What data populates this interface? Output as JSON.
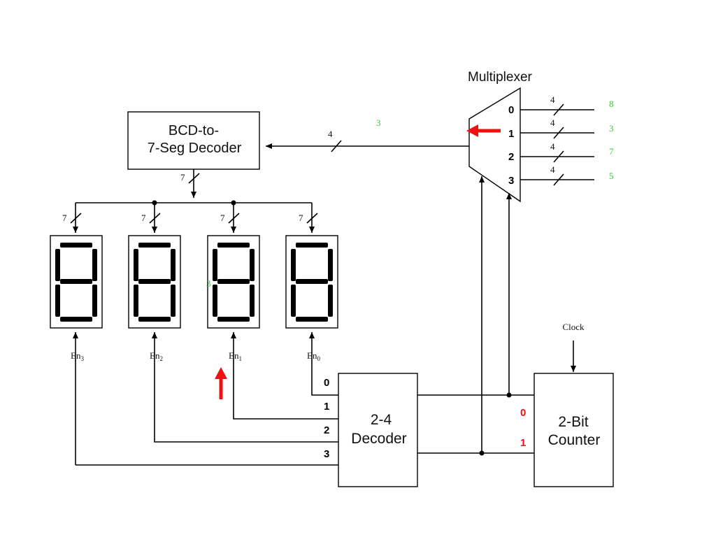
{
  "colors": {
    "annotation_green": "#3ac43a",
    "annotation_red": "#ee1111"
  },
  "mux": {
    "title": "Multiplexer",
    "inputs": [
      "0",
      "1",
      "2",
      "3"
    ],
    "bus_widths": [
      "4",
      "4",
      "4",
      "4"
    ],
    "input_values": [
      "8",
      "3",
      "7",
      "5"
    ],
    "selected_value": "3",
    "output_bus_width": "4"
  },
  "bcd": {
    "line1": "BCD-to-",
    "line2": "7-Seg Decoder",
    "out_bus_width": "7"
  },
  "displays": [
    {
      "bus_width": "7",
      "enable_label": "En",
      "enable_sub": "3"
    },
    {
      "bus_width": "7",
      "enable_label": "En",
      "enable_sub": "2"
    },
    {
      "bus_width": "7",
      "enable_label": "En",
      "enable_sub": "1",
      "shown_digit": "3"
    },
    {
      "bus_width": "7",
      "enable_label": "En",
      "enable_sub": "0"
    }
  ],
  "decoder": {
    "line1": "2-4",
    "line2": "Decoder",
    "outputs": [
      "0",
      "1",
      "2",
      "3"
    ]
  },
  "counter": {
    "line1": "2-Bit",
    "line2": "Counter",
    "outputs": [
      "0",
      "1"
    ],
    "clock_label": "Clock"
  }
}
